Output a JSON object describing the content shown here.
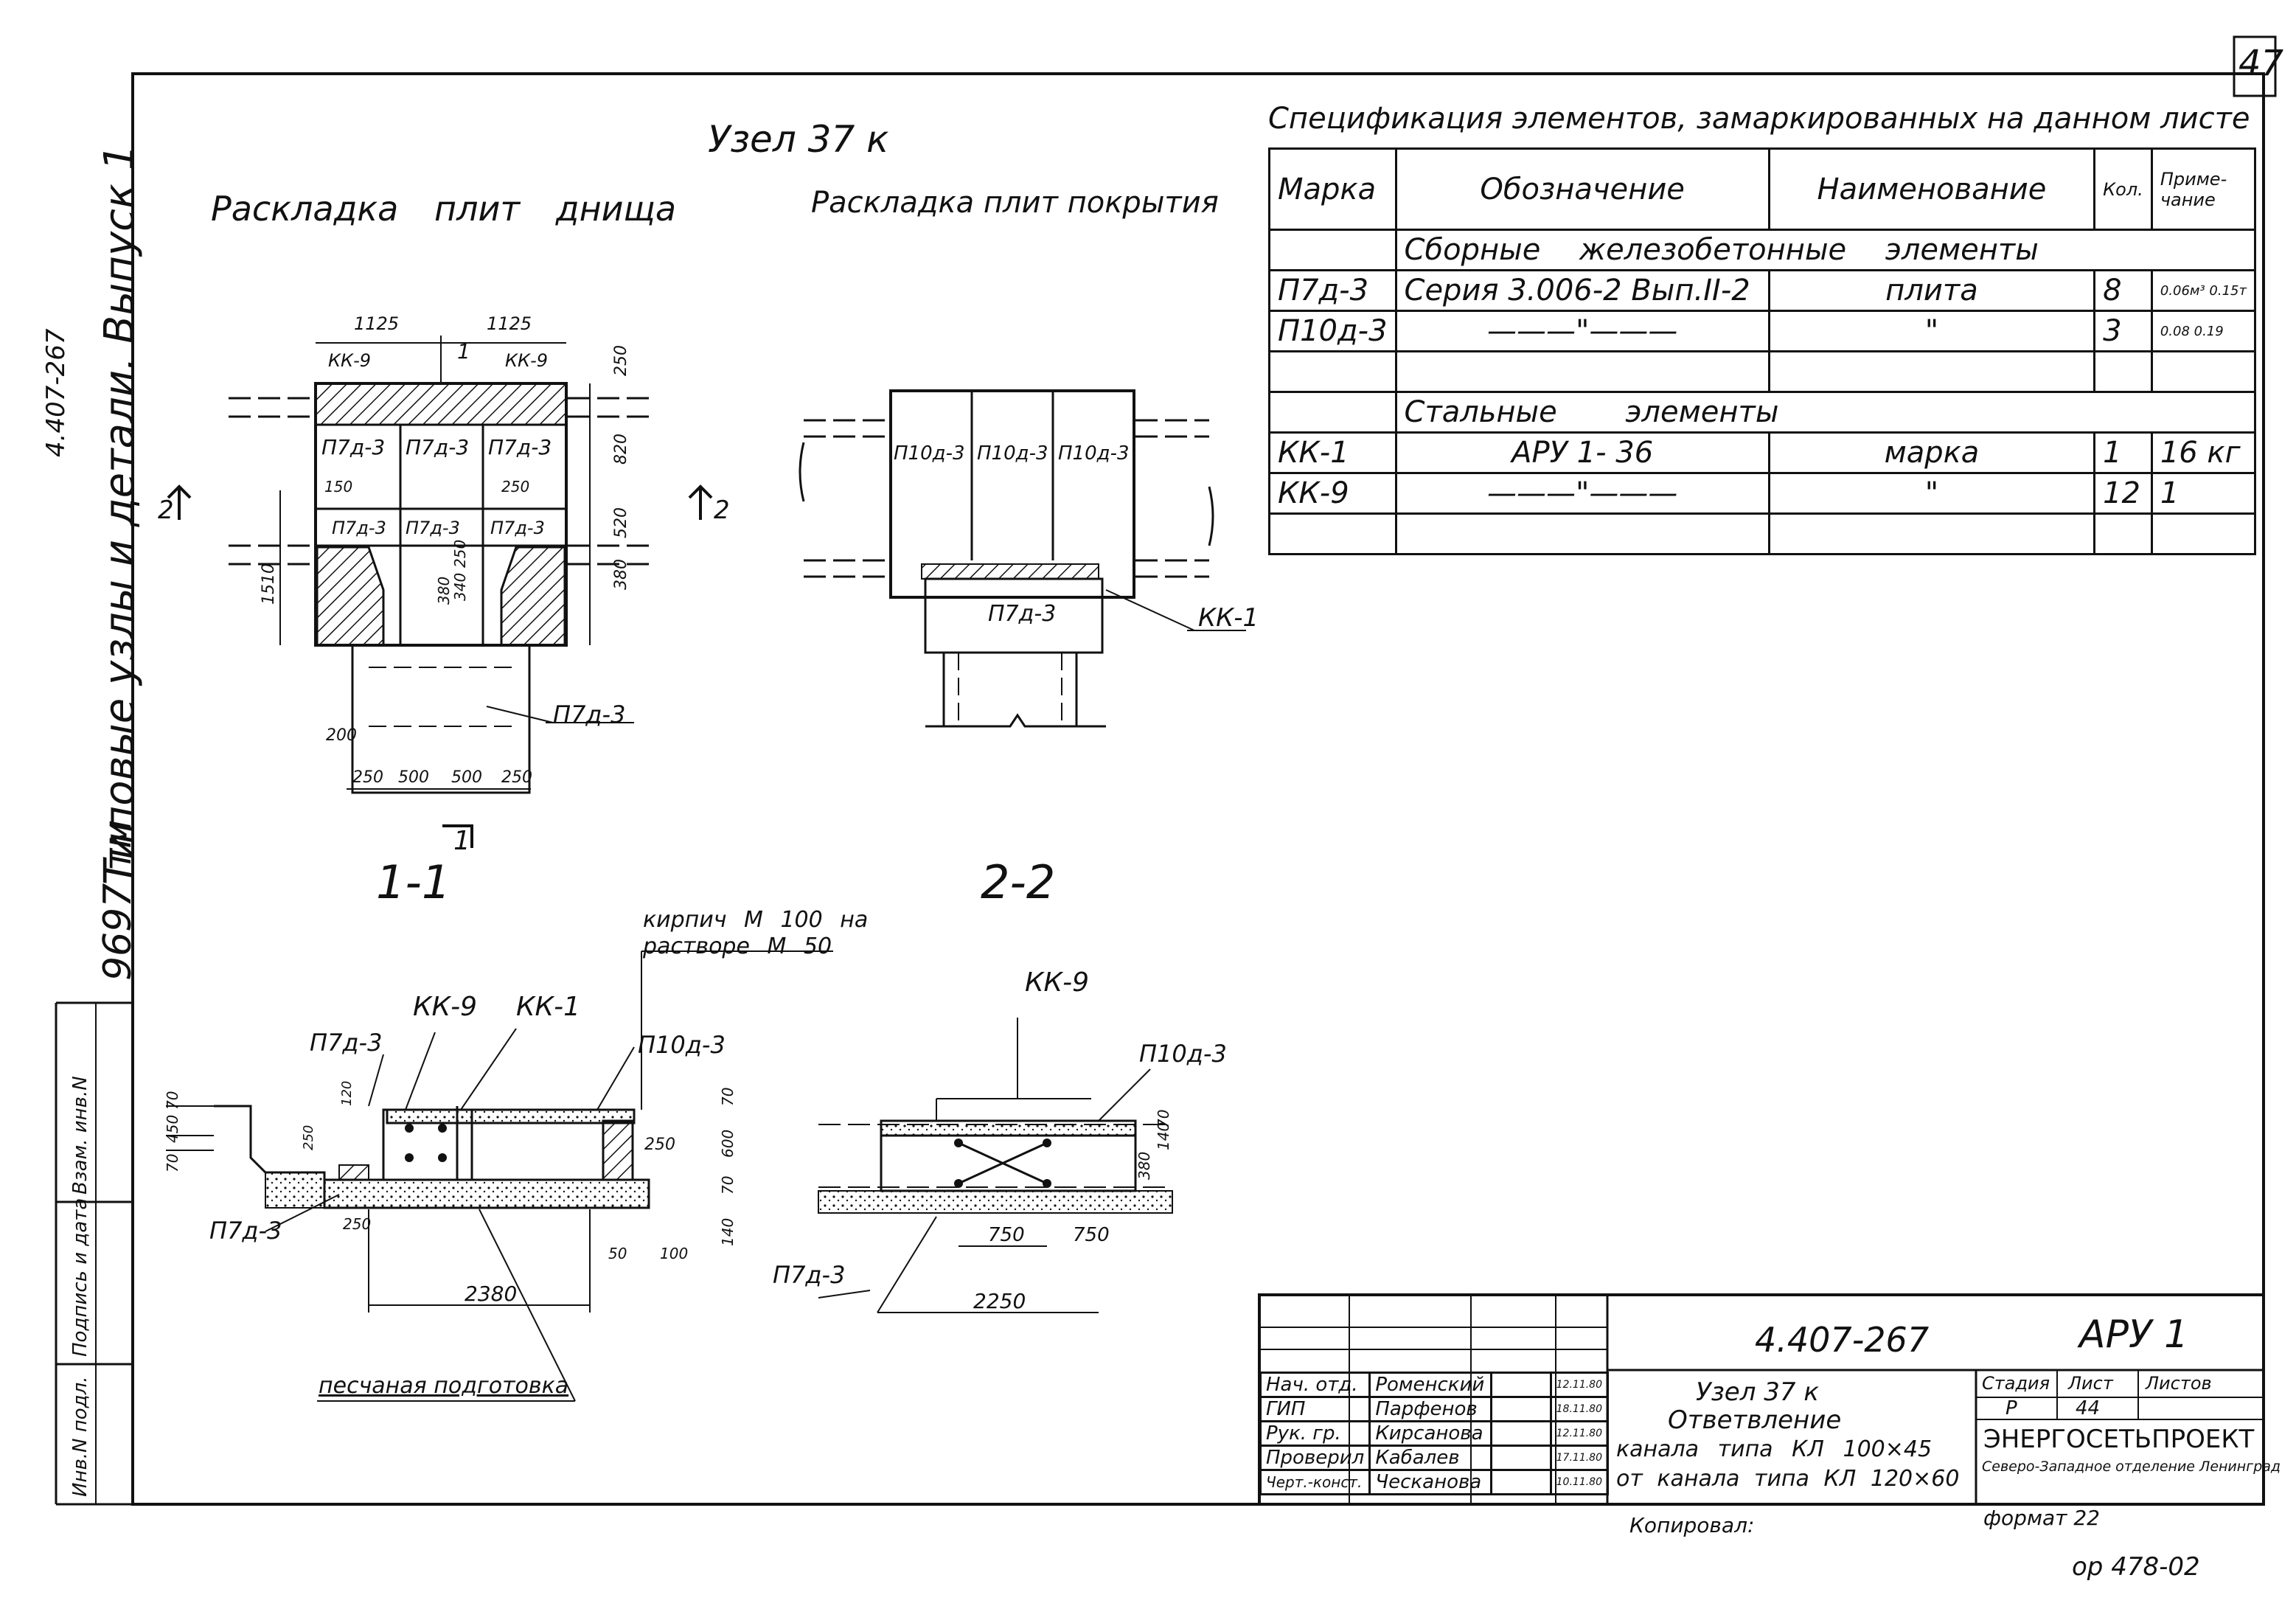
{
  "sheet": {
    "page_number": "47",
    "side_title": {
      "series": "9697 тм",
      "title": "Типовые узлы и детали. Выпуск 1",
      "doc_code": "4.407-267"
    },
    "side_stamp": [
      "Инв.N подл.",
      "Подпись и дата",
      "Взам. инв.N"
    ]
  },
  "drawing": {
    "node_title": "Узел 37 к",
    "bottom_layout_title": "Раскладка плит днища",
    "cover_layout_title": "Раскладка плит покрытия",
    "section_1": "1-1",
    "section_2": "2-2",
    "plan_left": {
      "dims_top": [
        "1125",
        "1125"
      ],
      "dims_right": [
        "250",
        "820",
        "520",
        "380"
      ],
      "dims_bottom": [
        "250",
        "500",
        "500",
        "250"
      ],
      "dim_left": "1510",
      "dim_200": "200",
      "dims_inner": [
        "150",
        "250",
        "380",
        "340",
        "250"
      ],
      "marks_kk9": [
        "КК-9",
        "КК-9"
      ],
      "marks_plates": [
        "П7д-3",
        "П7д-3",
        "П7д-3",
        "П7д-3",
        "П7д-3",
        "П7д-3"
      ],
      "mark_callout": "П7д-3",
      "cut_labels": [
        "1",
        "2",
        "2",
        "1"
      ]
    },
    "plan_right": {
      "marks_plates": [
        "П10д-3",
        "П10д-3",
        "П10д-3"
      ],
      "mark_lower": "П7д-3",
      "mark_kk1": "КК-1"
    },
    "section_left": {
      "note_line1": "кирпич М 100 на",
      "note_line2": "растворе М 50",
      "marks": [
        "КК-9",
        "КК-1",
        "П7д-3",
        "П10д-3",
        "П7д-3"
      ],
      "dims": [
        "70",
        "450",
        "70",
        "120",
        "250",
        "70",
        "600",
        "70",
        "250",
        "140",
        "250",
        "50",
        "100"
      ],
      "dim_total": "2380",
      "sand_note": "песчаная подготовка"
    },
    "section_right": {
      "marks": [
        "КК-9",
        "П10д-3",
        "П7д-3"
      ],
      "dims": [
        "750",
        "750",
        "380",
        "140",
        "70"
      ],
      "dim_total": "2250"
    }
  },
  "spec": {
    "title": "Спецификация элементов, замаркированных на данном листе",
    "headers": [
      "Марка",
      "Обозначение",
      "Наименование",
      "Кол.",
      "Приме- чание"
    ],
    "group1": "Сборные железобетонные элементы",
    "rows1": [
      [
        "П7д-3",
        "Серия 3.006-2 Вып.II-2",
        "плита",
        "8",
        "0.06м³ 0.15т"
      ],
      [
        "П10д-3",
        "———\"———",
        "\"",
        "3",
        "0.08 0.19"
      ]
    ],
    "group2": "Стальные элементы",
    "rows2": [
      [
        "КК-1",
        "АРУ 1- 36",
        "марка",
        "1",
        "16 кг"
      ],
      [
        "КК-9",
        "———\"———",
        "\"",
        "12",
        "1"
      ]
    ]
  },
  "title_block": {
    "doc_code": "4.407-267",
    "sheet_code": "АРУ 1",
    "people": [
      [
        "Нач. отд.",
        "Роменский",
        "12.11.80"
      ],
      [
        "ГИП",
        "Парфенов",
        "18.11.80"
      ],
      [
        "Рук. гр.",
        "Кирсанова",
        "12.11.80"
      ],
      [
        "Проверил",
        "Кабалев",
        "17.11.80"
      ],
      [
        "Черт.-конст.",
        "Ческанова",
        "10.11.80"
      ]
    ],
    "description": [
      "Узел 37 к",
      "Ответвление",
      "канала типа КЛ 100×45",
      "от канала типа КЛ 120×60"
    ],
    "stage_headers": [
      "Стадия",
      "Лист",
      "Листов"
    ],
    "stage_values": [
      "Р",
      "44",
      ""
    ],
    "org": "ЭНЕРГОСЕТЬПРОЕКТ",
    "org_sub": "Северо-Западное отделение Ленинград",
    "copied": "Копировал:",
    "format": "формат 22",
    "stamp": "ор 478-02"
  }
}
